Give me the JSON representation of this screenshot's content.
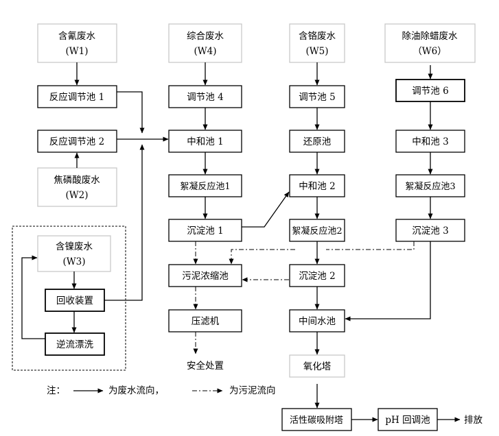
{
  "sources": {
    "w1": {
      "name": "含氰废水",
      "code": "(W1)"
    },
    "w4": {
      "name": "综合废水",
      "code": "(W4)"
    },
    "w5": {
      "name": "含铬废水",
      "code": "(W5)"
    },
    "w6": {
      "name": "除油除蜡废水",
      "code": "（W6）"
    },
    "w2": {
      "name": "焦磷酸废水",
      "code": "(W2)"
    },
    "w3": {
      "name": "含镍废水",
      "code": "(W3)"
    }
  },
  "units": {
    "reaction_pool_1": "反应调节池 1",
    "reaction_pool_2": "反应调节池 2",
    "adjust_pool_4": "调节池 4",
    "adjust_pool_5": "调节池 5",
    "adjust_pool_6": "调节池 6",
    "neutral_pool_1": "中和池 1",
    "reduction_pool": "还原池",
    "neutral_pool_3": "中和池 3",
    "floc_pool_1": "絮凝反应池1",
    "neutral_pool_2": "中和池 2",
    "floc_pool_3": "絮凝反应池3",
    "sediment_pool_1": "沉淀池 1",
    "floc_pool_2": "絮凝反应池2",
    "sediment_pool_3": "沉淀池 3",
    "sludge_thickener": "污泥浓缩池",
    "sediment_pool_2": "沉淀池 2",
    "filter_press": "压滤机",
    "intermediate_pool": "中间水池",
    "recovery_device": "回收装置",
    "counterflow_rinse": "逆流漂洗",
    "oxidation_tower": "氧化塔",
    "carbon_tower": "活性碳吸附塔",
    "ph_pool": "pH 回调池"
  },
  "labels": {
    "safe_disposal": "安全处置",
    "discharge": "排放"
  },
  "legend": {
    "note": "注：",
    "water_flow": "为废水流向，",
    "sludge_flow": "为污泥流向"
  }
}
